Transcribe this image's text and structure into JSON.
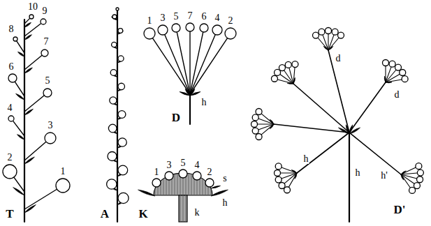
{
  "diagram": {
    "labels": [
      "10",
      "9",
      "8",
      "7",
      "6",
      "5",
      "4",
      "3",
      "2",
      "1",
      "T",
      "A",
      "1",
      "3",
      "5",
      "7",
      "6",
      "4",
      "2",
      "h",
      "D",
      "d",
      "d",
      "h",
      "h",
      "h'",
      "D'",
      "1",
      "3",
      "5",
      "4",
      "2",
      "s",
      "k",
      "h",
      "K"
    ]
  }
}
